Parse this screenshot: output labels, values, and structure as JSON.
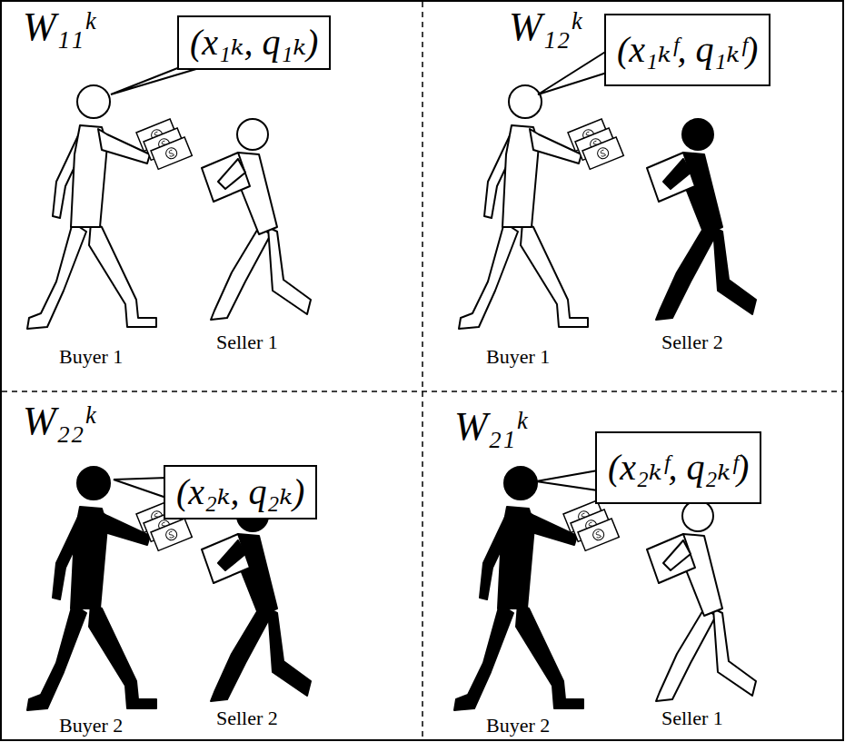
{
  "diagram": {
    "nodes": [
      {
        "text": [
          "(x₁ₖ, q₁ₖ)"
        ]
      },
      {
        "text": [
          "(x₁ₖᶠ, q₁ₖᶠ)"
        ]
      },
      {
        "text": [
          "(x₂ₖ, q₂ₖ)"
        ]
      },
      {
        "text": [
          "(x₂ₖᶠ, q₂ₖᶠ)"
        ]
      }
    ],
    "labels": [
      "W₁₁ᵏ",
      "Buyer 1",
      "Seller 1",
      "W₁₂ᵏ",
      "Buyer 1",
      "Seller 2",
      "W₂₂ᵏ",
      "Buyer 2",
      "Seller 2",
      "W₂₁ᵏ",
      "Buyer 2",
      "Seller 1"
    ]
  }
}
